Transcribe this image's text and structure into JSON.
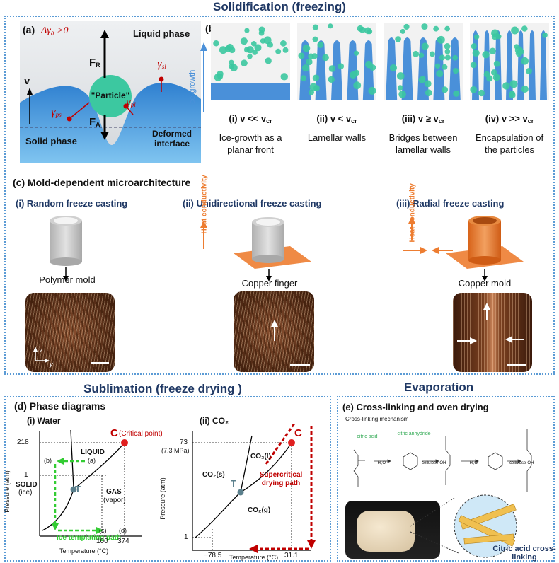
{
  "headings": {
    "solidification": "Solidification (freezing)",
    "sublimation": "Sublimation (freeze drying )",
    "evaporation": "Evaporation"
  },
  "panel_a": {
    "tag": "(a)",
    "delta": "Δγ₀ >0",
    "liquid": "Liquid phase",
    "solid": "Solid phase",
    "deformed": "Deformed interface",
    "particle": "\"Particle\"",
    "fr": "F",
    "fr_sub": "R",
    "fa": "F",
    "fa_sub": "A",
    "v": "v",
    "gsl": "γ",
    "gsl_sub": "sl",
    "gps": "γ",
    "gps_sub": "ps",
    "gpl": "γ",
    "gpl_sub": "pl"
  },
  "panel_b": {
    "tag": "(b)",
    "ice_growth": "Ice-growth",
    "cases": [
      {
        "label": "(i) v << v",
        "sub": "cr",
        "caption": "Ice-growth as a planar front"
      },
      {
        "label": "(ii) v < v",
        "sub": "cr",
        "caption": "Lamellar walls"
      },
      {
        "label": "(iii) v ≥ v",
        "sub": "cr",
        "caption": "Bridges between lamellar walls"
      },
      {
        "label": "(iv) v >> v",
        "sub": "cr",
        "caption": "Encapsulation of the particles"
      }
    ]
  },
  "panel_c": {
    "title": "(c) Mold-dependent microarchitecture",
    "items": [
      {
        "title": "(i) Random freeze casting",
        "mold": "Polymer mold"
      },
      {
        "title": "(ii) Unidirectional freeze casting",
        "mold": "Copper finger"
      },
      {
        "title": "(iii) Radial freeze casting",
        "mold": "Copper mold"
      }
    ],
    "heat": "Heat conductivity",
    "axis_z": "z",
    "axis_y": "y"
  },
  "panel_d": {
    "title": "(d) Phase diagrams",
    "water": {
      "title": "(i) Water",
      "critical": "C",
      "critical_note": "(Critical point)",
      "liquid": "LIQUID",
      "solid": "SOLID",
      "solid_sub": "(ice)",
      "gas": "GAS",
      "gas_sub": "(vapor)",
      "triple": "T",
      "a": "(a)",
      "b": "(b)",
      "c": "(c)",
      "d": "(d)",
      "path": "Ice templating path",
      "ylabel": "Pressure (atm)",
      "xlabel": "Temperature (°C)",
      "yticks": [
        "218",
        "1"
      ],
      "xticks": [
        "100",
        "374"
      ]
    },
    "co2": {
      "title": "(ii) CO₂",
      "critical": "C",
      "liquid": "CO₂(l)",
      "solid": "CO₂(s)",
      "gas": "CO₂(g)",
      "triple": "T",
      "path": "Supercritical drying path",
      "ylabel": "Pressure (atm)",
      "xlabel": "Temperature (°C)",
      "yticks": [
        "73",
        "(7.3 MPa)",
        "1"
      ],
      "xticks": [
        "−78.5",
        "31.1"
      ]
    }
  },
  "panel_e": {
    "title": "(e) Cross-linking and oven drying",
    "mechanism": "Cross-linking mechanism",
    "citric_acid": "citric acid",
    "citric_anhydride": "citric anhydride",
    "h2o": "- H₂O",
    "cellulose_oh": "cellulose-OH",
    "crosslink": "Citric acid cross-linking"
  },
  "colors": {
    "navy": "#1f3864",
    "red": "#c00000",
    "green": "#33cc33",
    "orange": "#ed7d31",
    "ice": "#4a90d9",
    "particle": "#3cc8a0",
    "dotted_border": "#5b9bd5"
  }
}
